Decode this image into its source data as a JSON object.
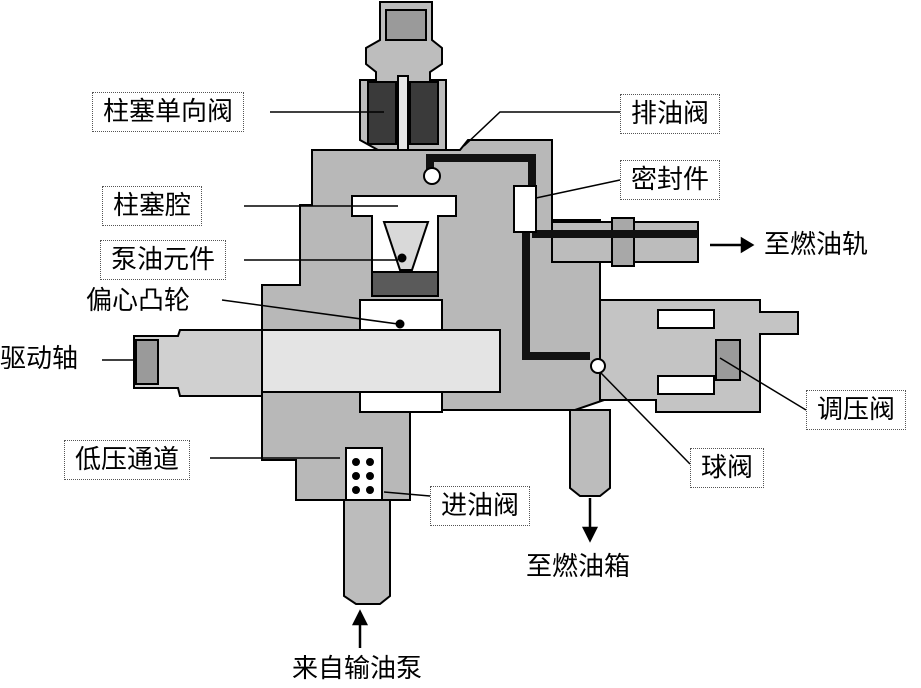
{
  "labels": {
    "plunger_check_valve": "柱塞单向阀",
    "plunger_chamber": "柱塞腔",
    "pump_element": "泵油元件",
    "eccentric_cam": "偏心凸轮",
    "drive_shaft": "驱动轴",
    "low_pressure_channel": "低压通道",
    "inlet_valve": "进油阀",
    "from_feed_pump": "来自输油泵",
    "drain_valve": "排油阀",
    "seal": "密封件",
    "to_fuel_rail": "至燃油轨",
    "pressure_regulator": "调压阀",
    "ball_valve": "球阀",
    "to_fuel_tank": "至燃油箱"
  },
  "colors": {
    "housing": "#b8b8b8",
    "housing_dark": "#8c8c8c",
    "line": "#000000",
    "fuel_path": "#111111",
    "label_border": "#555555"
  }
}
